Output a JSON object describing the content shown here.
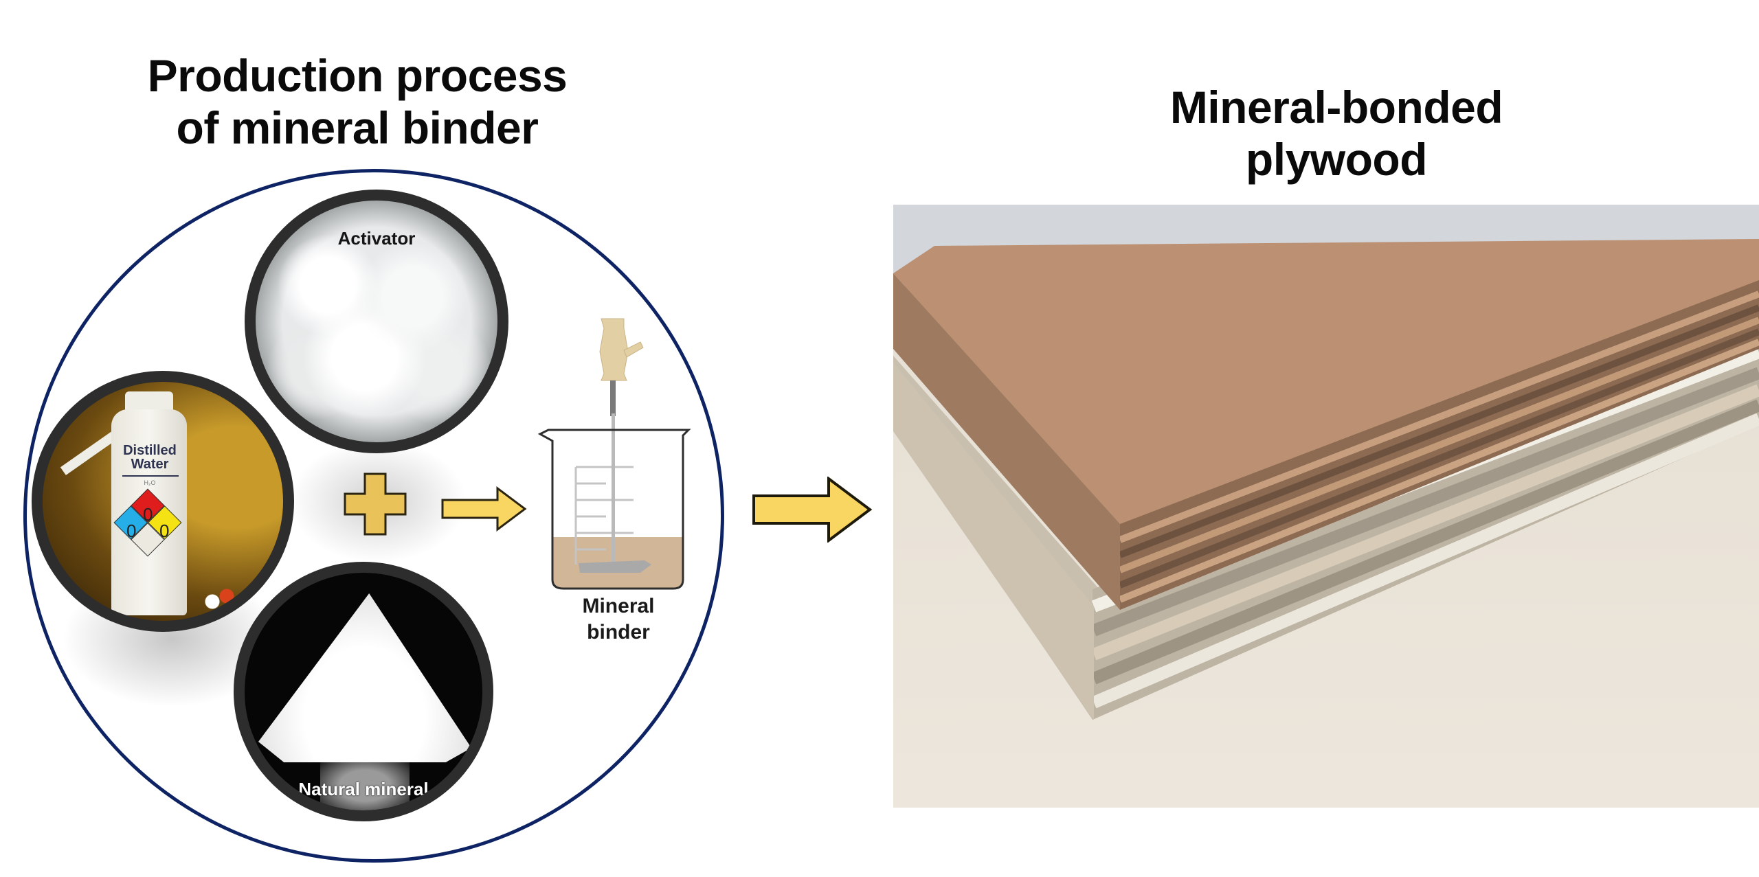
{
  "titles": {
    "left_line1": "Production process",
    "left_line2": "of mineral binder",
    "right_line1": "Mineral-bonded",
    "right_line2": "plywood"
  },
  "ingredients": {
    "activator": "Activator",
    "water": {
      "label_line1": "Distilled",
      "label_line2": "Water",
      "formula": "H₂O",
      "nfpa": {
        "health": "0",
        "flammability": "0",
        "instability": "0"
      }
    },
    "natural_mineral": "Natural mineral"
  },
  "product": {
    "label_line1": "Mineral",
    "label_line2": "binder"
  },
  "colors": {
    "circle_border": "#0d2364",
    "plus_fill": "#e9c25a",
    "arrow_fill": "#f9d562",
    "binder_fill": "#d2b698",
    "stirrer_head": "#e3cfa4"
  }
}
